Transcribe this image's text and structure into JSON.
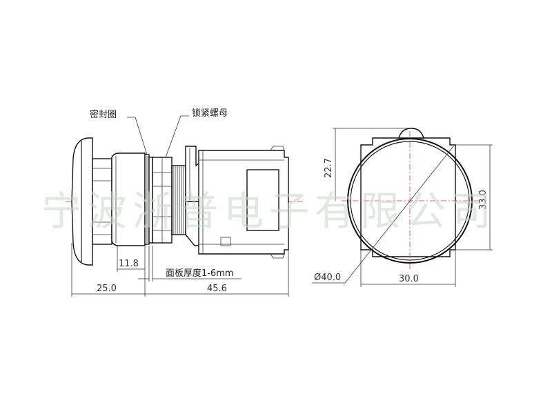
{
  "watermark": "宁波浙普电子有限公司",
  "labels": {
    "seal_ring": "密封圈",
    "lock_nut": "锁紧螺母",
    "panel_thickness": "面板厚度1-6mm"
  },
  "dimensions": {
    "head_offset": "11.8",
    "head_length": "25.0",
    "body_length": "45.6",
    "height_upper": "22.7",
    "height_total": "33.0",
    "width": "30.0",
    "diameter": "Ø40.0"
  },
  "colors": {
    "centerline": "#d43a3a",
    "watermark": "#c9d4cc"
  }
}
